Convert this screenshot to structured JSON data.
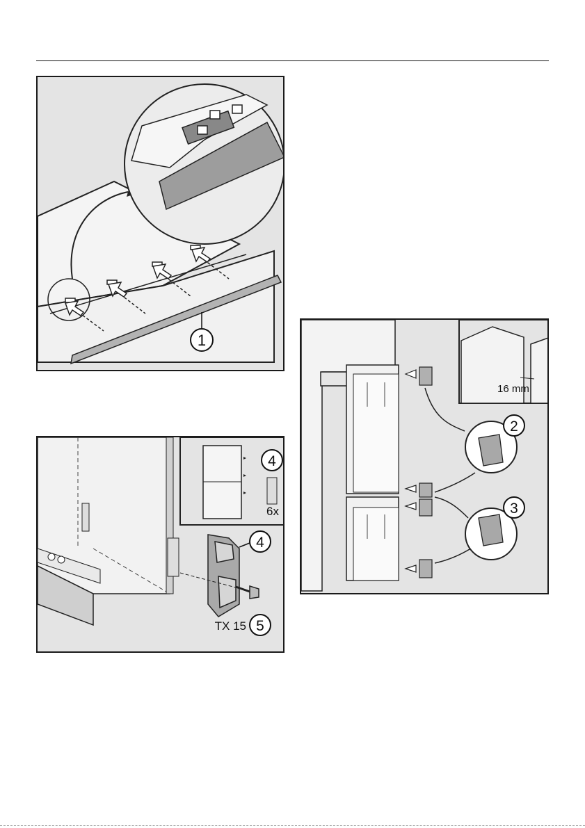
{
  "figures": {
    "trim_strip": {
      "callout_1": "1"
    },
    "hinge_brackets": {
      "callout_4": "4",
      "quantity": "6x",
      "callout_4b": "4",
      "tool": "TX 15",
      "callout_5": "5"
    },
    "door_brackets": {
      "gap": "16 mm",
      "callout_2": "2",
      "callout_3": "3"
    }
  }
}
